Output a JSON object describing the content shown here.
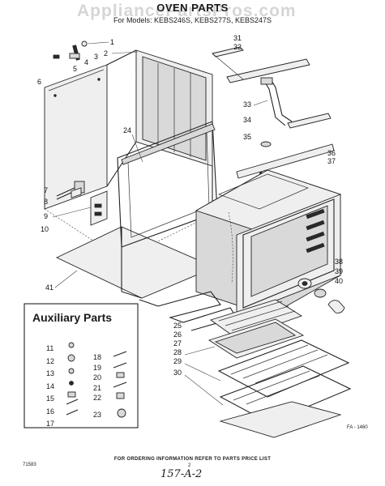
{
  "header": {
    "title": "OVEN PARTS",
    "models": "For Models: KEBS246S, KEBS277S, KEBS247S",
    "watermark": "AppliancePartsPros.com"
  },
  "callouts": [
    "1",
    "2",
    "3",
    "4",
    "5",
    "6",
    "7",
    "8",
    "9",
    "10",
    "24",
    "31",
    "32",
    "33",
    "34",
    "35",
    "36",
    "37",
    "38",
    "39",
    "40",
    "41",
    "25",
    "26",
    "27",
    "28",
    "29",
    "30"
  ],
  "auxiliary": {
    "title": "Auxiliary Parts",
    "left_numbers": [
      "11",
      "12",
      "13",
      "14",
      "15",
      "16",
      "17"
    ],
    "right_numbers": [
      "18",
      "19",
      "20",
      "21",
      "22",
      "23"
    ]
  },
  "footer": {
    "ordering_note": "FOR ORDERING INFORMATION REFER TO PARTS PRICE LIST",
    "code_left": "71583",
    "page_number": "2",
    "part_ref": "FA - 1460",
    "handwritten": "157-A-2"
  }
}
